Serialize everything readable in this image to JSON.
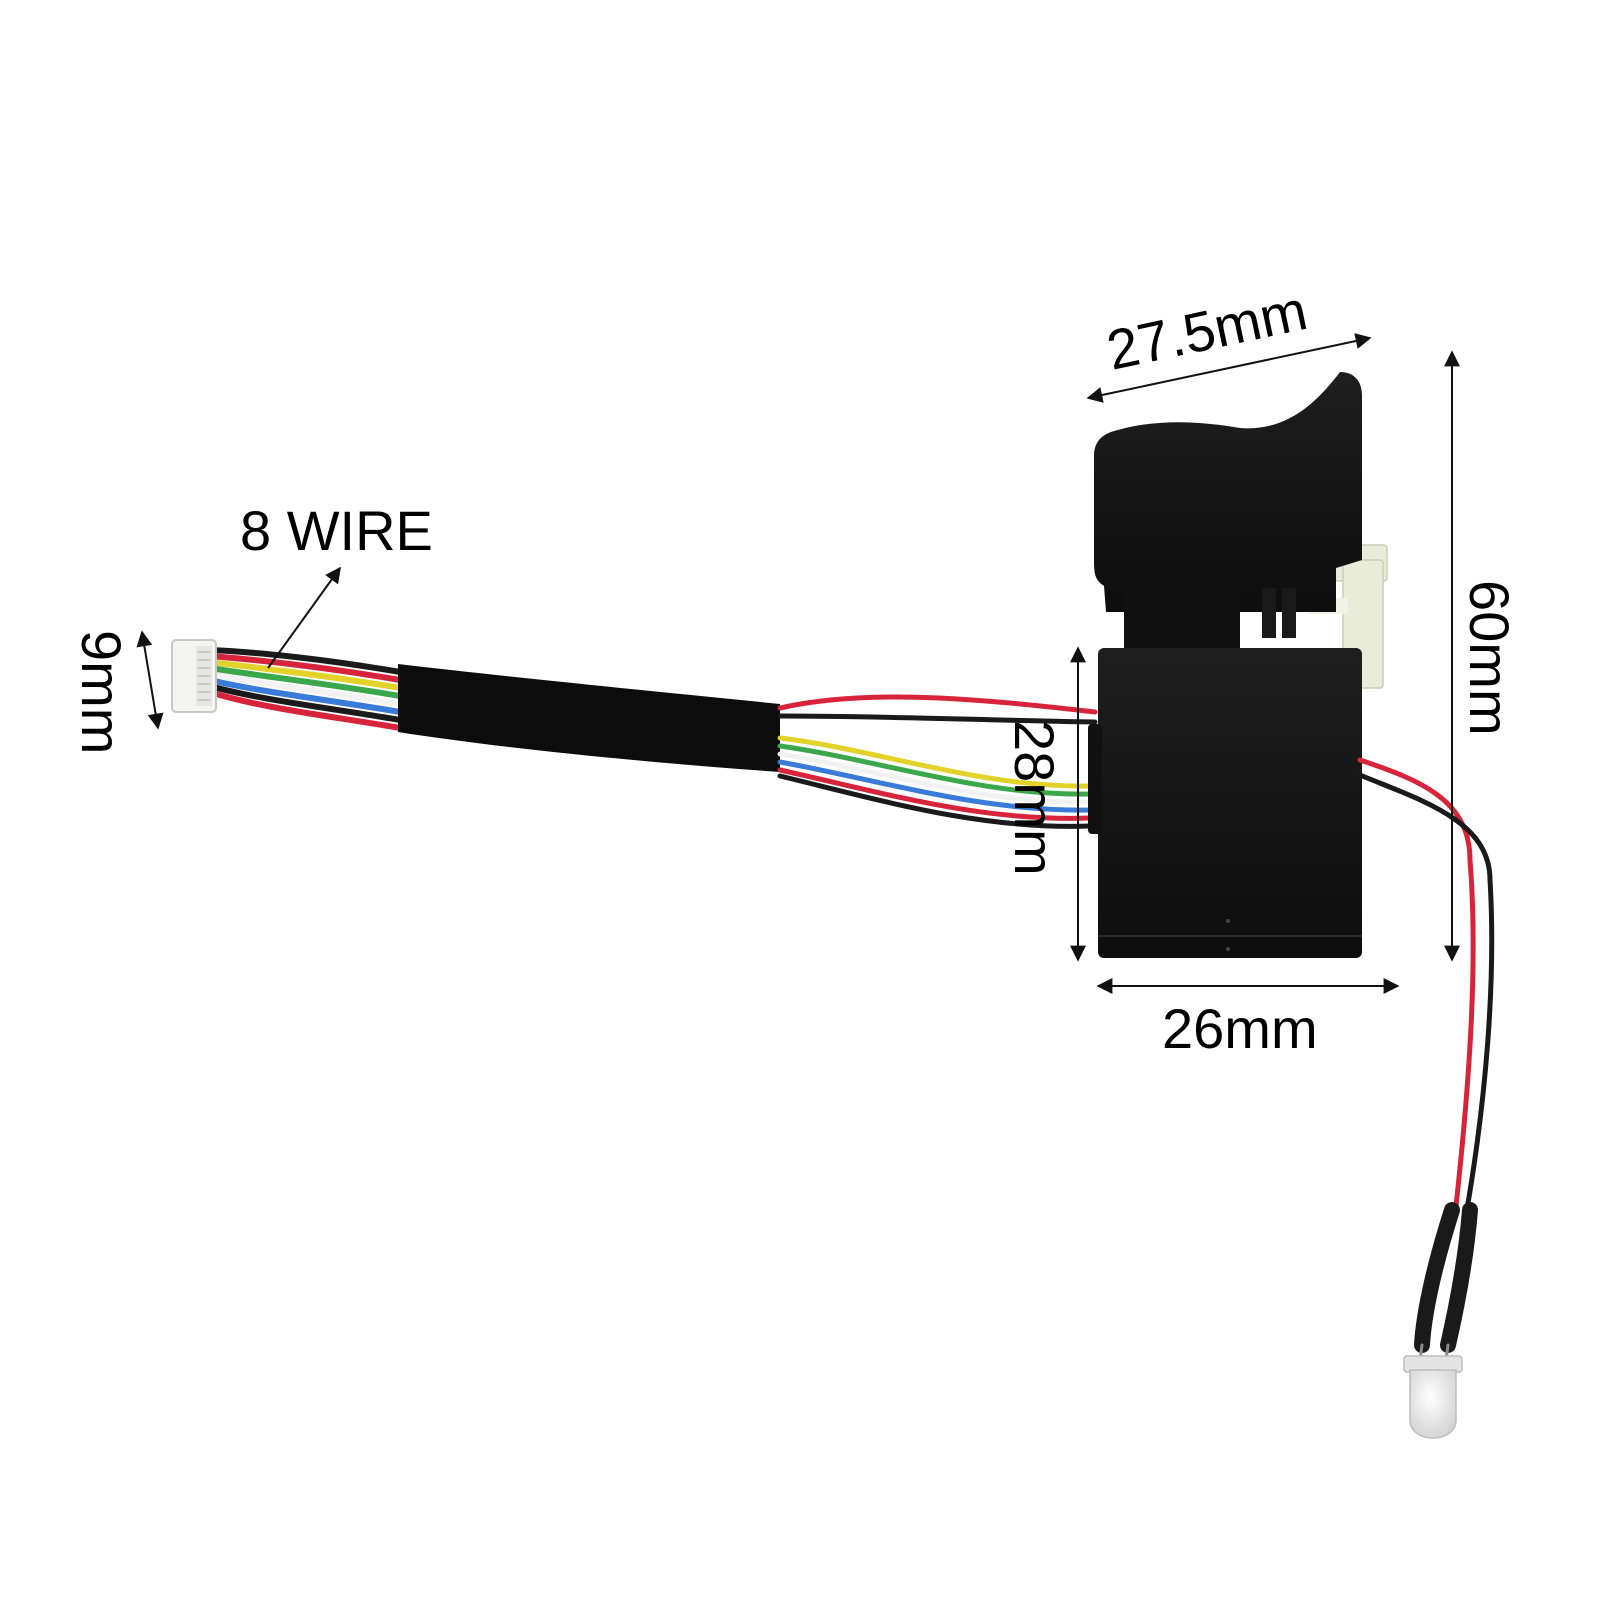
{
  "labels": {
    "wire_count": "8 WIRE",
    "connector_width": "9mm",
    "trigger_width": "27.5mm",
    "switch_height": "60mm",
    "body_height": "28mm",
    "body_width": "26mm"
  },
  "colors": {
    "background": "#ffffff",
    "switch_body": "#141414",
    "tape": "#0c0c0c",
    "wire_red": "#d8243a",
    "wire_black": "#1a1a1a",
    "wire_yellow": "#e2d22a",
    "wire_green": "#3aa84a",
    "wire_white": "#f2f2f2",
    "wire_blue": "#3a7ad8",
    "connector": "#f4f4f2",
    "lock_tab": "#e8ecd9"
  },
  "icons": {
    "dimension_arrow": "double-headed-arrow",
    "pointer_arrow": "single-headed-arrow"
  }
}
